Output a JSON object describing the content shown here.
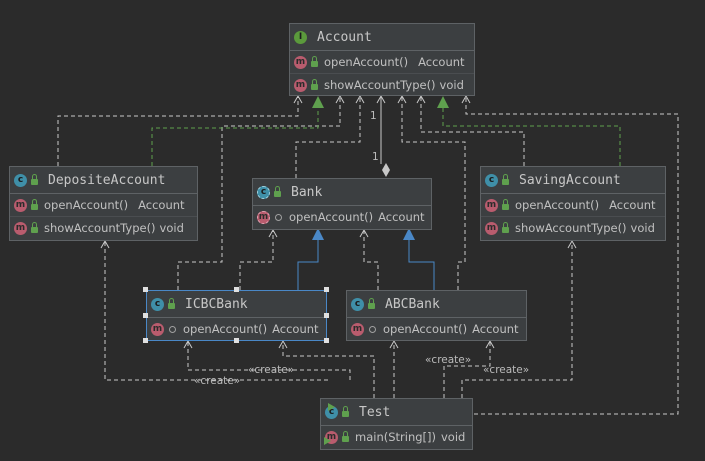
{
  "diagram": {
    "account": {
      "title": "Account",
      "kind": "interface",
      "kind_letter": "I",
      "members": [
        {
          "name": "openAccount()",
          "type": "Account"
        },
        {
          "name": "showAccountType()",
          "type": "void"
        }
      ]
    },
    "deposite": {
      "title": "DepositeAccount",
      "kind": "class",
      "kind_letter": "c",
      "members": [
        {
          "name": "openAccount()",
          "type": "Account"
        },
        {
          "name": "showAccountType()",
          "type": "void"
        }
      ]
    },
    "bank": {
      "title": "Bank",
      "kind": "abstract",
      "kind_letter": "c",
      "members": [
        {
          "name": "openAccount()",
          "type": "Account"
        }
      ]
    },
    "saving": {
      "title": "SavingAccount",
      "kind": "class",
      "kind_letter": "c",
      "members": [
        {
          "name": "openAccount()",
          "type": "Account"
        },
        {
          "name": "showAccountType()",
          "type": "void"
        }
      ]
    },
    "icbc": {
      "title": "ICBCBank",
      "kind": "class",
      "kind_letter": "c",
      "members": [
        {
          "name": "openAccount()",
          "type": "Account"
        }
      ]
    },
    "abc": {
      "title": "ABCBank",
      "kind": "class",
      "kind_letter": "c",
      "members": [
        {
          "name": "openAccount()",
          "type": "Account"
        }
      ]
    },
    "test": {
      "title": "Test",
      "kind": "class",
      "kind_letter": "c",
      "members": [
        {
          "name": "main(String[])",
          "type": "void"
        }
      ]
    },
    "method_badge_letter": "m",
    "labels": {
      "multiplicity_top": "1",
      "multiplicity_bottom": "1",
      "create_1": "«create»",
      "create_2": "«create»",
      "create_3": "«create»",
      "create_4": "«create»"
    },
    "colors": {
      "background": "#2b2b2b",
      "node_fill": "#3c3f41",
      "dashed_edge": "#c8c8c8",
      "realization_edge": "#5fa04e",
      "inheritance_edge": "#4a88c7",
      "selection": "#4a88c7"
    }
  }
}
